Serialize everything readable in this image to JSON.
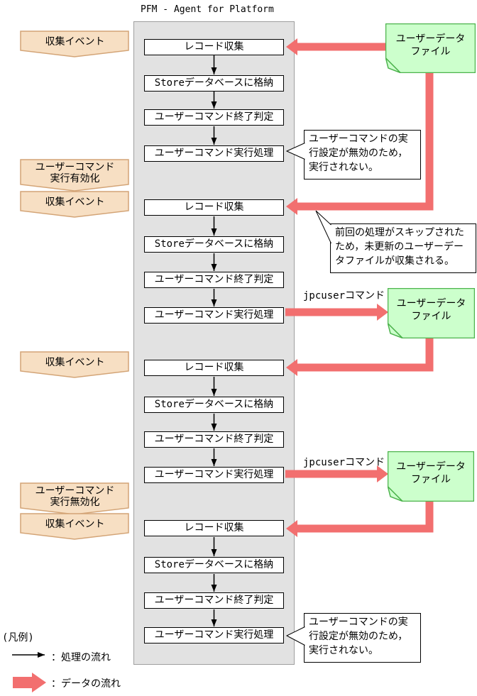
{
  "title": "PFM - Agent for Platform",
  "colors": {
    "panel_bg": "#e2e2e2",
    "panel_border": "#9e9e9e",
    "step_box_bg": "#ffffff",
    "step_box_border": "#000000",
    "banner_bg": "#f7dfc3",
    "banner_border": "#d3a476",
    "file_bg": "#ccffcc",
    "file_border": "#4db34d",
    "data_flow_red": "#f26f6f",
    "process_flow_black": "#000000"
  },
  "step_labels": [
    "レコード収集",
    "Storeデータベースに格納",
    "ユーザーコマンド終了判定",
    "ユーザーコマンド実行処理"
  ],
  "banner_labels": [
    "収集イベント",
    "ユーザーコマンド\n実行有効化",
    "収集イベント",
    "収集イベント",
    "ユーザーコマンド\n実行無効化",
    "収集イベント"
  ],
  "file_label": "ユーザーデータ\nファイル",
  "jpcuser_label": "jpcuserコマンド",
  "callouts": [
    "ユーザーコマンドの実\n行設定が無効のため，\n実行されない。",
    "前回の処理がスキップされた\nため，未更新のユーザーデー\nタファイルが収集される。",
    "ユーザーコマンドの実\n行設定が無効のため，\n実行されない。"
  ],
  "legend": {
    "heading": "(凡例)",
    "process": "：処理の流れ",
    "data": "：データの流れ"
  }
}
